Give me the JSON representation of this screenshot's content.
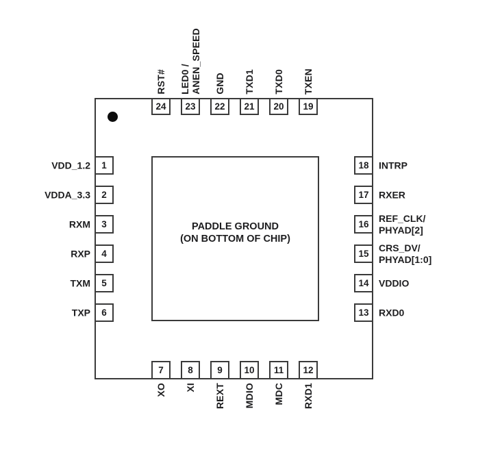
{
  "figure": {
    "kind": "qfn-24-pinout-diagram",
    "paddle": {
      "line1": "PADDLE GROUND",
      "line2": "(ON BOTTOM OF CHIP)"
    }
  },
  "pins": {
    "top": [
      {
        "number": "24",
        "label": "RST#"
      },
      {
        "number": "23",
        "label": "LED0 /\nANEN_SPEED"
      },
      {
        "number": "22",
        "label": "GND"
      },
      {
        "number": "21",
        "label": "TXD1"
      },
      {
        "number": "20",
        "label": "TXD0"
      },
      {
        "number": "19",
        "label": "TXEN"
      }
    ],
    "bottom": [
      {
        "number": "7",
        "label": "XO"
      },
      {
        "number": "8",
        "label": "XI"
      },
      {
        "number": "9",
        "label": "REXT"
      },
      {
        "number": "10",
        "label": "MDIO"
      },
      {
        "number": "11",
        "label": "MDC"
      },
      {
        "number": "12",
        "label": "RXD1"
      }
    ],
    "left": [
      {
        "number": "1",
        "label": "VDD_1.2"
      },
      {
        "number": "2",
        "label": "VDDA_3.3"
      },
      {
        "number": "3",
        "label": "RXM"
      },
      {
        "number": "4",
        "label": "RXP"
      },
      {
        "number": "5",
        "label": "TXM"
      },
      {
        "number": "6",
        "label": "TXP"
      }
    ],
    "right": [
      {
        "number": "18",
        "label": "INTRP"
      },
      {
        "number": "17",
        "label": "RXER"
      },
      {
        "number": "16",
        "label": "REF_CLK/\nPHYAD[2]"
      },
      {
        "number": "15",
        "label": "CRS_DV/\nPHYAD[1:0]"
      },
      {
        "number": "14",
        "label": "VDDIO"
      },
      {
        "number": "13",
        "label": "RXD0"
      }
    ]
  },
  "colors": {
    "line": "#3a3a3a",
    "text": "#1d1d1f",
    "pin1_dot": "#0d0d0d",
    "background": "#ffffff"
  }
}
